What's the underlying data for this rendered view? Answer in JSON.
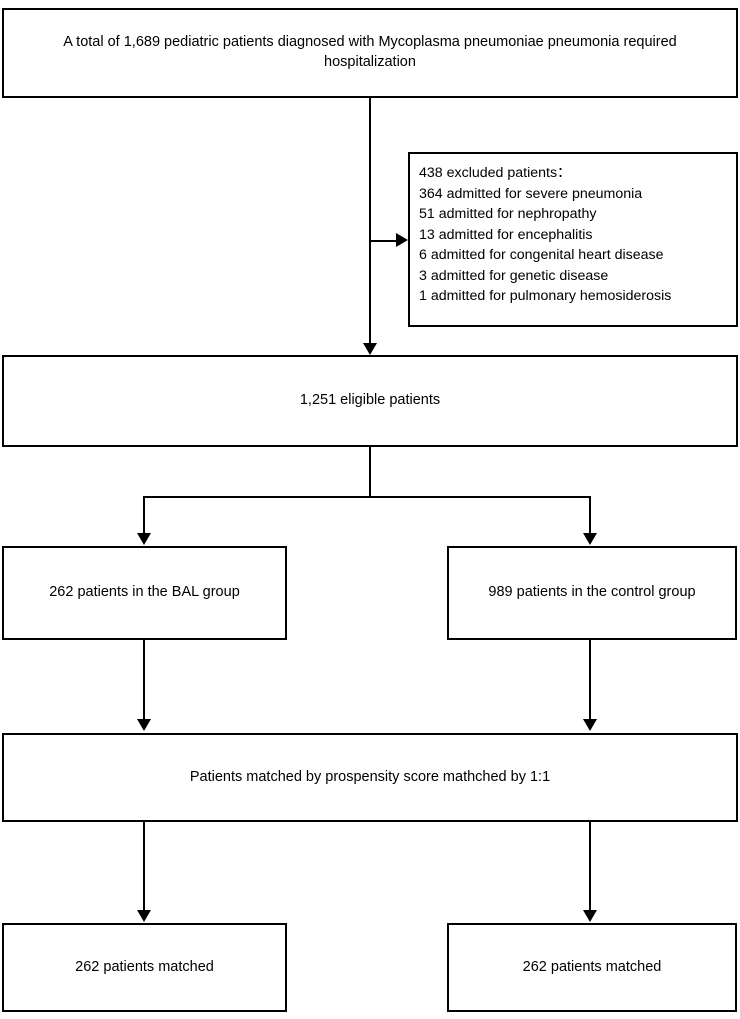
{
  "diagram": {
    "type": "flowchart",
    "title": "Patient selection and propensity score matching flow",
    "nodes": {
      "total_cohort": "A total of 1,689 pediatric patients diagnosed with Mycoplasma pneumoniae pneumonia required hospitalization",
      "eligible": "1,251 eligible patients",
      "bal_group": "262 patients in the BAL group",
      "control_group": "989 patients in the control group",
      "matching": "Patients matched by prospensity score mathched by 1:1",
      "matched_left": "262 patients matched",
      "matched_right": "262 patients matched"
    },
    "excluded": {
      "heading": "438 excluded patients：",
      "reasons": [
        "364 admitted for severe pneumonia",
        "51 admitted for nephropathy",
        "13 admitted for encephalitis",
        "6 admitted for congenital heart disease",
        "3 admitted for genetic disease",
        "1 admitted for pulmonary hemosiderosis"
      ]
    },
    "counts": {
      "total": 1689,
      "excluded_total": 438,
      "eligible": 1251,
      "bal": 262,
      "control": 989,
      "matched_bal": 262,
      "matched_control": 262,
      "match_ratio": "1:1"
    },
    "style": {
      "box_border_color": "#000000",
      "box_fill": "#ffffff",
      "text_color": "#000000",
      "connector_color": "#000000"
    }
  }
}
